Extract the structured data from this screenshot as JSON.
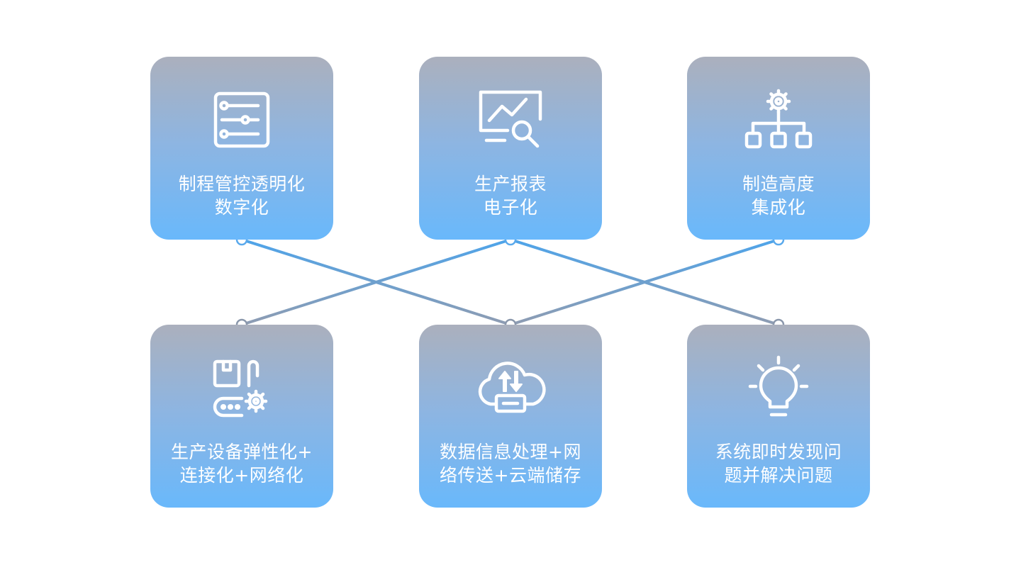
{
  "cards": [
    {
      "icon": "control-panel-icon",
      "lines": [
        "制程管控透明化",
        "数字化"
      ]
    },
    {
      "icon": "report-analysis-icon",
      "lines": [
        "生产报表",
        "电子化"
      ]
    },
    {
      "icon": "hierarchy-gear-icon",
      "lines": [
        "制造高度",
        "集成化"
      ]
    },
    {
      "icon": "conveyor-equipment-icon",
      "lines": [
        "生产设备弹性化+",
        "连接化+网络化"
      ]
    },
    {
      "icon": "cloud-transfer-icon",
      "lines": [
        "数据信息处理+网",
        "络传送+云端储存"
      ]
    },
    {
      "icon": "lightbulb-icon",
      "lines": [
        "系统即时发现问",
        "题并解决问题"
      ]
    }
  ],
  "colors": {
    "line_top": "#4ea4ea",
    "line_bottom": "#8e9cb2",
    "node_stroke": "#8a97ab",
    "card_top": "#abb0bd",
    "card_bottom": "#69b8fb"
  }
}
